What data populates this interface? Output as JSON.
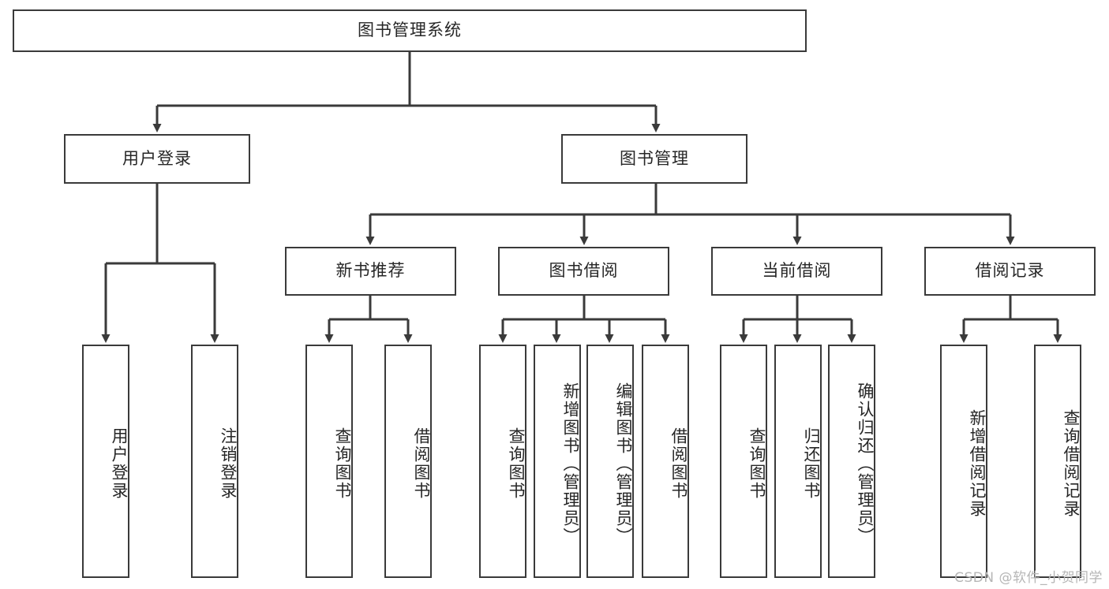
{
  "diagram": {
    "type": "tree",
    "title": "图书管理系统",
    "orientation": "top-down",
    "colors": {
      "box_border": "#3a3a3a",
      "box_fill": "#ffffff",
      "connector": "#3a3a3a",
      "text": "#262626",
      "background": "#ffffff",
      "watermark": "#b6b6b6"
    }
  },
  "root": {
    "label": "图书管理系统"
  },
  "level2": [
    {
      "label": "用户登录"
    },
    {
      "label": "图书管理"
    }
  ],
  "level3": [
    {
      "label": "新书推荐"
    },
    {
      "label": "图书借阅"
    },
    {
      "label": "当前借阅"
    },
    {
      "label": "借阅记录"
    }
  ],
  "leaves": {
    "user_login": [
      {
        "label": "用户登录"
      },
      {
        "label": "注销登录"
      }
    ],
    "new_book_recommend": [
      {
        "label": "查询图书"
      },
      {
        "label": "借阅图书"
      }
    ],
    "book_borrow": [
      {
        "label": "查询图书"
      },
      {
        "label": "新增图书（管理员）"
      },
      {
        "label": "编辑图书（管理员）"
      },
      {
        "label": "借阅图书"
      }
    ],
    "current_borrow": [
      {
        "label": "查询图书"
      },
      {
        "label": "归还图书"
      },
      {
        "label": "确认归还（管理员）"
      }
    ],
    "borrow_record": [
      {
        "label": "新增借阅记录"
      },
      {
        "label": "查询借阅记录"
      }
    ]
  },
  "watermark": {
    "text": "CSDN @软件_小贺同学"
  }
}
